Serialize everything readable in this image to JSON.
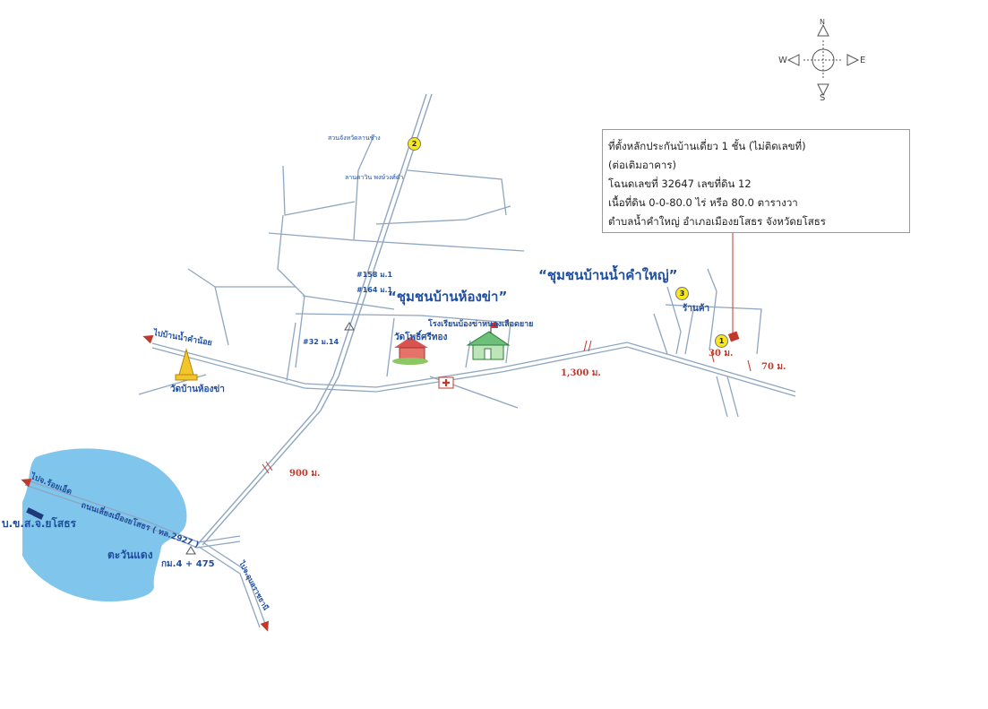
{
  "compass": {
    "north": "N",
    "south": "S",
    "east": "E",
    "west": "W"
  },
  "info_box": {
    "lines": [
      "ที่ตั้งหลักประกันบ้านเดี่ยว 1 ชั้น (ไม่ติดเลขที่)",
      "(ต่อเติมอาคาร)",
      "โฉนดเลขที่ 32647 เลขที่ดิน 12",
      "เนื้อที่ดิน 0-0-80.0 ไร่ หรือ 80.0 ตารางวา",
      "ตำบลน้ำคำใหญ่ อำเภอเมืองยโสธร จังหวัดยโสธร"
    ]
  },
  "communities": {
    "nam_kham_yai": "“ชุมชนบ้านน้ำคำใหญ่”",
    "hong_kha": "“ชุมชนบ้านห้องข่า”"
  },
  "places": {
    "school": "โรงเรียนบ้องข่าหนองเลือดยาย",
    "temple_sri": "วัดโพธิ์ศรีทอง",
    "temple_hong_kha": "วัดบ้านห้องข่า",
    "shop": "ร้านค้า",
    "house_top": "สวนจังหวัดลานช้าง",
    "house_top2": "ลานดาวิน พงษ์วงศ์ดำ",
    "tawan_daeng": "ตะวันแดง",
    "bkso": "บ.ข.ส.จ.ยโสธร"
  },
  "roads": {
    "to_nam_kham_noi": "ไปบ้านน้ำคำน้อย",
    "to_roi_et": "ไปจ.ร้อยเอ็ด",
    "bypass": "ถนนเลี่ยงเมืองยโสธร ( ทล.2927 )",
    "to_ubon": "ไปจ.อุบลราชธานี",
    "km": "กม.4 + 475",
    "h158": "#158 ม.1",
    "h164": "#164 ม.1",
    "h32": "#32 ม.14"
  },
  "distances": {
    "d1300": "1,300 ม.",
    "d900": "900 ม.",
    "d30": "30 ม.",
    "d70": "70 ม."
  },
  "markers": [
    "1",
    "2",
    "3"
  ],
  "colors": {
    "road": "#8ea6c0",
    "label": "#1f4e9e",
    "distance": "#c0392b",
    "marker": "#f6e81c",
    "water": "#7fc5ec"
  }
}
